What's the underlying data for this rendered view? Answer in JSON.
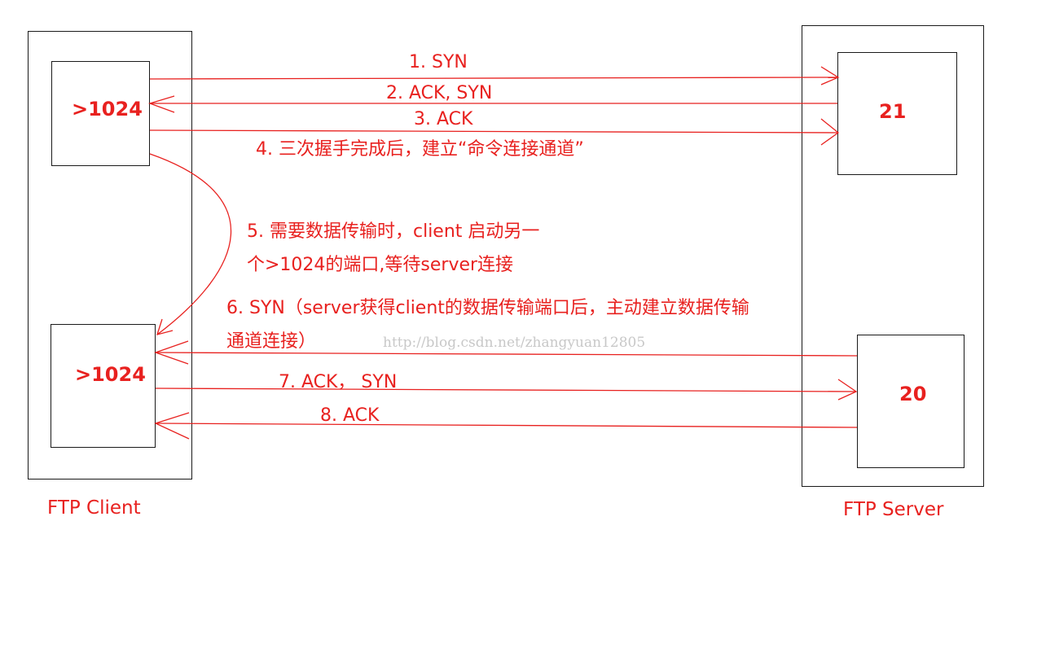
{
  "client": {
    "caption": "FTP Client",
    "command_port": ">1024",
    "data_port": ">1024"
  },
  "server": {
    "caption": "FTP Server",
    "command_port": "21",
    "data_port": "20"
  },
  "steps": {
    "step1": "1. SYN",
    "step2": "2. ACK, SYN",
    "step3": "3. ACK",
    "step4": "4. 三次握手完成后，建立“命令连接通道”",
    "step5_line1": "5. 需要数据传输时，client 启动另一",
    "step5_line2": "个>1024的端口,等待server连接",
    "step6_line1": "6. SYN（server获得client的数据传输端口后，主动建立数据传输",
    "step6_line2": "通道连接）",
    "step7": "7. ACK， SYN",
    "step8": "8. ACK"
  },
  "watermark": "http://blog.csdn.net/zhangyuan12805",
  "colors": {
    "accent": "#e8211f",
    "border": "#1a1a1a",
    "watermark": "#c8c8c8"
  }
}
